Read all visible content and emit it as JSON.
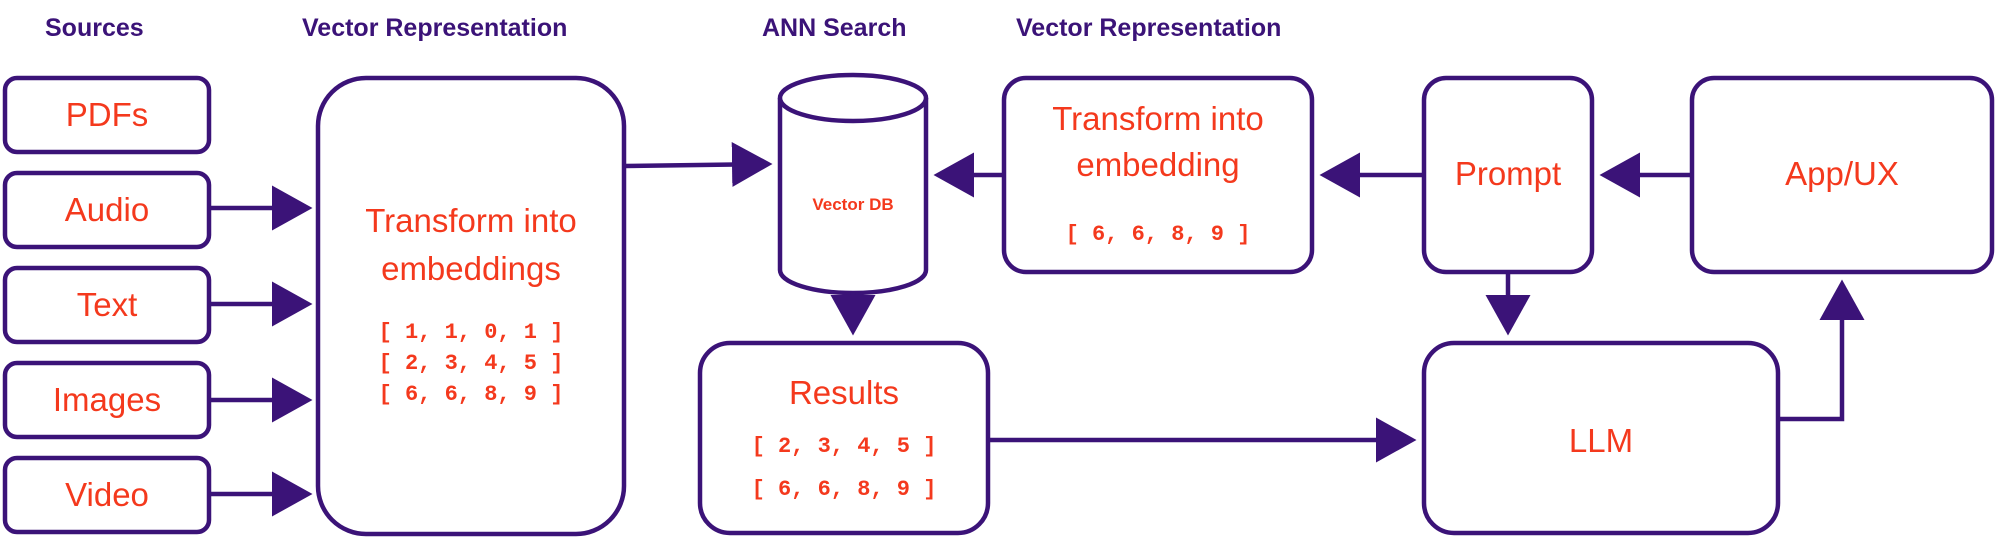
{
  "headers": {
    "sources": "Sources",
    "vector_repr_1": "Vector Representation",
    "ann_search": "ANN Search",
    "vector_repr_2": "Vector Representation"
  },
  "sources": [
    "PDFs",
    "Audio",
    "Text",
    "Images",
    "Video"
  ],
  "embed_box": {
    "title_line1": "Transform into",
    "title_line2": "embeddings",
    "vectors": [
      "[ 1, 1, 0, 1 ]",
      "[ 2, 3, 4, 5 ]",
      "[ 6, 6, 8, 9 ]"
    ]
  },
  "vector_db": {
    "label": "Vector DB"
  },
  "results_box": {
    "title": "Results",
    "vectors": [
      "[ 2, 3, 4, 5 ]",
      "[ 6, 6, 8, 9 ]"
    ]
  },
  "query_embed_box": {
    "title_line1": "Transform into",
    "title_line2": "embedding",
    "vector": "[ 6, 6, 8, 9 ]"
  },
  "prompt_box": {
    "label": "Prompt"
  },
  "app_box": {
    "label": "App/UX"
  },
  "llm_box": {
    "label": "LLM"
  },
  "colors": {
    "stroke": "#3b1378",
    "text": "#f4391d",
    "header": "#3b1378"
  }
}
